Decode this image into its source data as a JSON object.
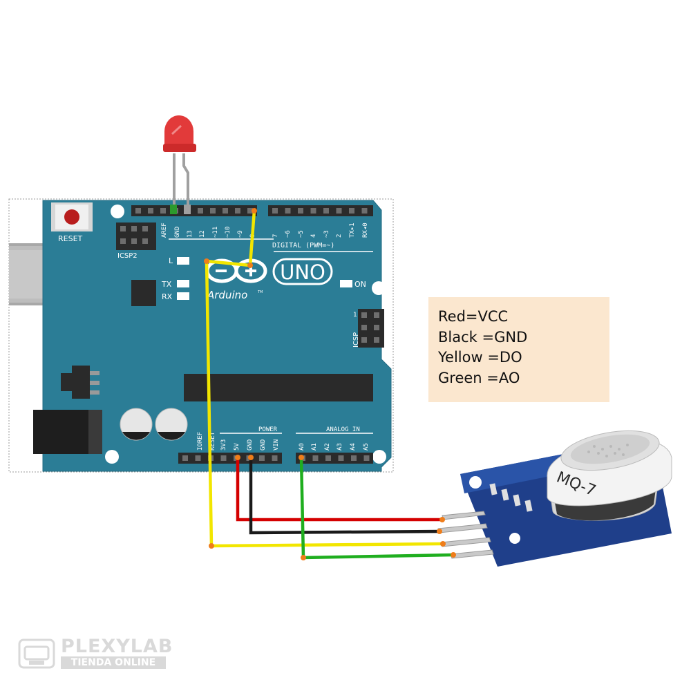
{
  "board": {
    "reset_label": "RESET",
    "icsp2_label": "ICSP2",
    "icsp_label": "ICSP",
    "icsp_pin1": "1",
    "l_label": "L",
    "tx_label": "TX",
    "rx_label": "RX",
    "on_label": "ON",
    "uno_label": "UNO",
    "arduino_label": "Arduino",
    "tm_label": "TM",
    "digital_label": "DIGITAL (PWM=~)",
    "power_label": "POWER",
    "analog_label": "ANALOG IN",
    "digital_pins": [
      "AREF",
      "GND",
      "13",
      "12",
      "~11",
      "~10",
      "~9",
      "8",
      "7",
      "~6",
      "~5",
      "4",
      "~3",
      "2",
      "TX▸1",
      "RX◂0"
    ],
    "power_pins": [
      "IOREF",
      "RESET",
      "3V3",
      "5V",
      "GND",
      "GND",
      "VIN"
    ],
    "analog_pins": [
      "A0",
      "A1",
      "A2",
      "A3",
      "A4",
      "A5"
    ],
    "colors": {
      "board": "#2b7d96",
      "board_edge": "#236c83",
      "header": "#2b2b2b"
    }
  },
  "sensor": {
    "label": "MQ-7",
    "colors": {
      "pcb": "#1f3f8a",
      "cap": "#e8e8e8"
    }
  },
  "legend": {
    "lines": [
      "Red=VCC",
      "Black =GND",
      "Yellow =DO",
      "Green =AO"
    ]
  },
  "wires": {
    "colors": {
      "vcc": "#d40000",
      "gnd": "#1a1a1a",
      "do": "#f2e600",
      "ao": "#1fae1f",
      "joint": "#ef7d1a"
    }
  },
  "brand": {
    "name": "PLEXYLAB",
    "subtitle": "TIENDA ONLINE"
  }
}
